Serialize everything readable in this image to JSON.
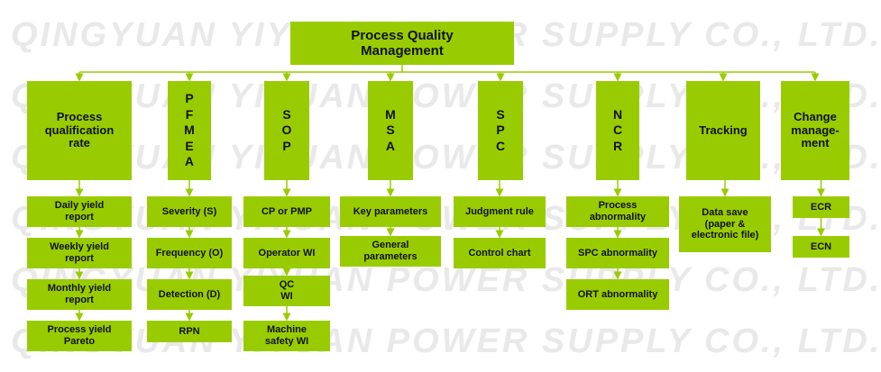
{
  "watermark": "QINGYUAN YIYUAN POWER SUPPLY CO., LTD.",
  "colors": {
    "box": "#99cc00",
    "line": "#99cc00",
    "text": "#111111",
    "watermark": "#e9e9e9"
  },
  "root": "Process Quality\nManagement",
  "categories": [
    {
      "label": "Process\nqualification\nrate",
      "items": [
        "Daily yield\nreport",
        "Weekly yield\nreport",
        "Monthly yield\nreport",
        "Process yield\nPareto"
      ]
    },
    {
      "label": "P\nF\nM\nE\nA",
      "items": [
        "Severity (S)",
        "Frequency (O)",
        "Detection (D)",
        "RPN"
      ]
    },
    {
      "label": "S\nO\nP",
      "items": [
        "CP or PMP",
        "Operator WI",
        "QC\nWI",
        "Machine\nsafety WI"
      ]
    },
    {
      "label": "M\nS\nA",
      "items": [
        "Key parameters",
        "General\nparameters"
      ]
    },
    {
      "label": "S\nP\nC",
      "items": [
        "Judgment rule",
        "Control chart"
      ]
    },
    {
      "label": "N\nC\nR",
      "items": [
        "Process\nabnormality",
        "SPC abnormality",
        "ORT abnormality"
      ]
    },
    {
      "label": "Tracking",
      "items": [
        "Data save\n(paper &\nelectronic file)"
      ]
    },
    {
      "label": "Change\nmanage-\nment",
      "items": [
        "ECR",
        "ECN"
      ]
    }
  ]
}
